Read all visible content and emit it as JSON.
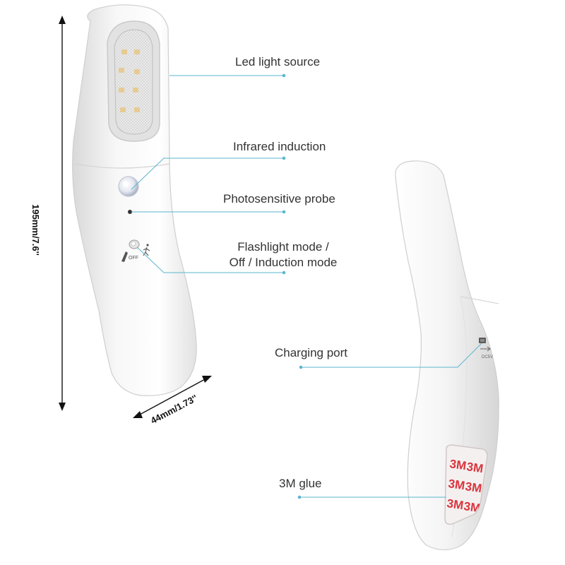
{
  "annotations": {
    "led_light_source": "Led light source",
    "infrared_induction": "Infrared induction",
    "photosensitive_probe": "Photosensitive probe",
    "mode_line1": "Flashlight mode /",
    "mode_line2": "Off / Induction mode",
    "charging_port": "Charging port",
    "glue": "3M glue"
  },
  "dimensions": {
    "height": "195mm/7.6''",
    "width": "44mm/1.73''"
  },
  "device_markings": {
    "switch_off": "OFF",
    "port_label": "DC5V",
    "pad_text": "3M"
  },
  "colors": {
    "leader_line": "#5ab6cf",
    "device_body": "#f1f1f1",
    "glue_pad": "#d9353d",
    "text": "#333333"
  }
}
